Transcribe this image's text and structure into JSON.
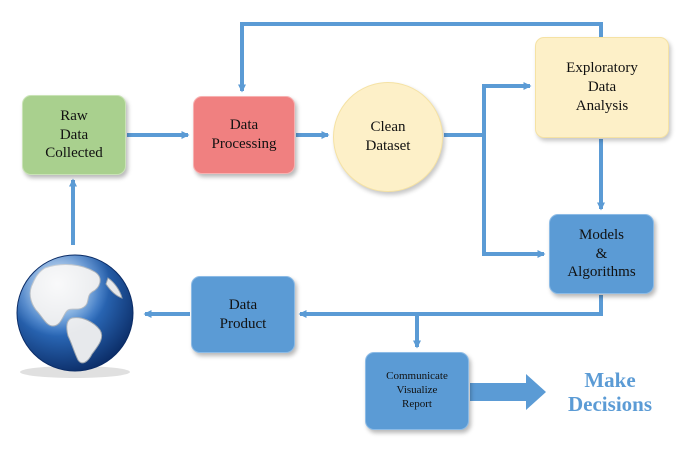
{
  "diagram": {
    "nodes": {
      "raw_data": "Raw\nData\nCollected",
      "data_processing": "Data\nProcessing",
      "clean_dataset": "Clean\nDataset",
      "eda": "Exploratory\nData\nAnalysis",
      "models": "Models\n&\nAlgorithms",
      "data_product": "Data\nProduct",
      "communicate": "Communicate\nVisualize\nReport",
      "make_decisions": "Make\nDecisions"
    },
    "icons": {
      "world": "globe-icon"
    },
    "colors": {
      "arrow": "#5b9bd5",
      "green_box": "#a9d08e",
      "red_box": "#f08080",
      "cream_box": "#fdf0c8",
      "blue_box": "#5b9bd5",
      "decision_text": "#5b9bd5"
    }
  }
}
